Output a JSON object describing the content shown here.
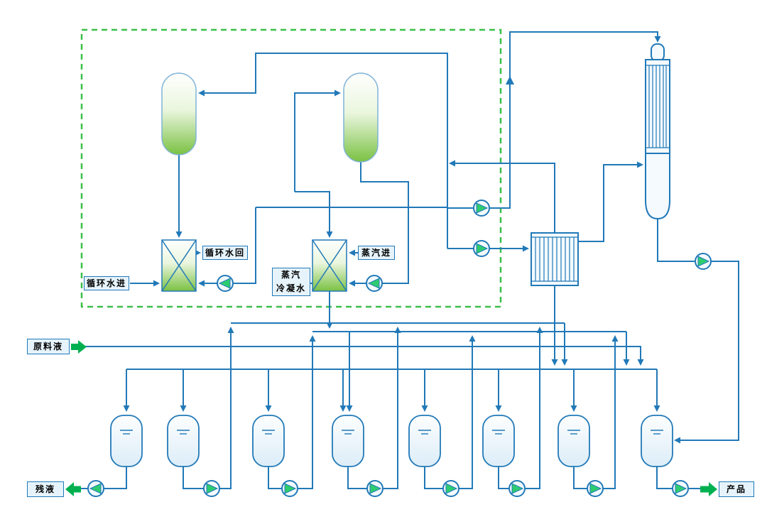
{
  "diagram": {
    "labels": {
      "cooling_water_return": "循环水回",
      "cooling_water_in": "循环水进",
      "steam_in": "蒸汽进",
      "steam_condensate_line1": "蒸汽",
      "steam_condensate_line2": "冷凝水",
      "feed": "原料液",
      "residue": "残液",
      "product": "产品"
    },
    "colors": {
      "pipe_line": "#2179b8",
      "dashed_border": "#3bbf4a",
      "pump_triangle": "#2ecc71",
      "io_arrow": "#00b050",
      "vessel_green": "#7ac143",
      "label_background": "#e6f3fb",
      "label_border": "#2179b8",
      "canvas_background": "#ffffff"
    }
  }
}
